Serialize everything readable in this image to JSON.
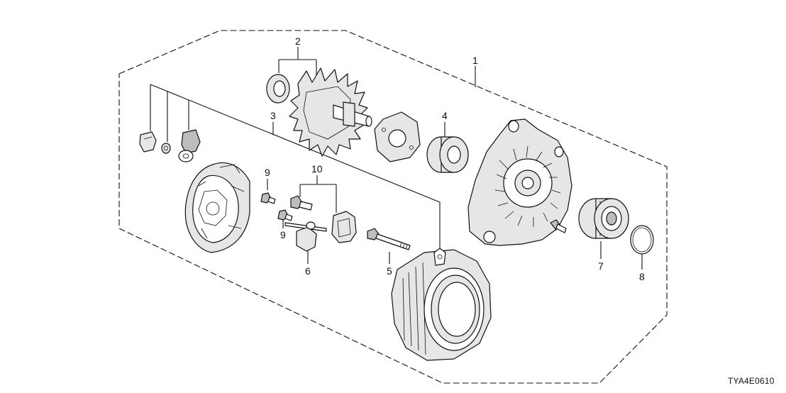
{
  "diagram": {
    "callouts": [
      {
        "id": "c1",
        "text": "1"
      },
      {
        "id": "c2",
        "text": "2"
      },
      {
        "id": "c3",
        "text": "3"
      },
      {
        "id": "c4",
        "text": "4"
      },
      {
        "id": "c5",
        "text": "5"
      },
      {
        "id": "c6",
        "text": "6"
      },
      {
        "id": "c7",
        "text": "7"
      },
      {
        "id": "c8",
        "text": "8"
      },
      {
        "id": "c9a",
        "text": "9"
      },
      {
        "id": "c9b",
        "text": "9"
      },
      {
        "id": "c10",
        "text": "10"
      }
    ],
    "diagram_code": "TYA4E0610"
  }
}
